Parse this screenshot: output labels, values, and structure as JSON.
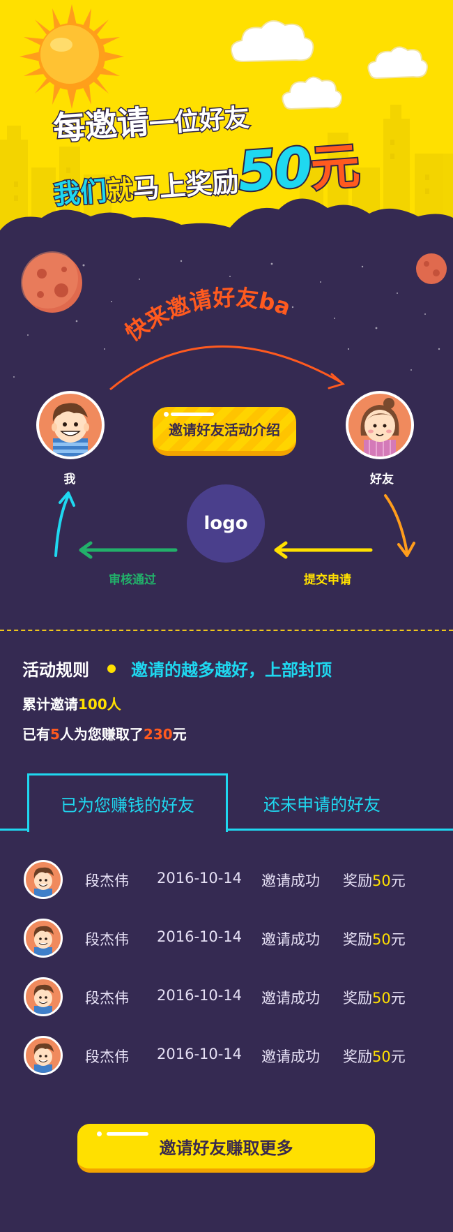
{
  "hero": {
    "line1_a": "每邀请",
    "line1_b": "一位好友",
    "line2_a": "我们",
    "line2_b": "就",
    "line2_c": "马上",
    "line2_d": "奖励",
    "line2_num": "50",
    "line2_unit": "元"
  },
  "flow": {
    "arc_text": "快来邀请好友ba",
    "me_label": "我",
    "friend_label": "好友",
    "intro_button": "邀请好友活动介绍",
    "logo": "logo",
    "step_review": "审核通过",
    "step_submit": "提交申请"
  },
  "rules": {
    "title": "活动规则",
    "subtitle": "邀请的越多越好，上部封顶",
    "line1_prefix": "累计邀请",
    "line1_value": "100人",
    "line2_prefix": "已有",
    "line2_count": "5",
    "line2_mid": "人为您赚取了",
    "line2_amount": "230",
    "line2_suffix": "元"
  },
  "tabs": {
    "active": "已为您赚钱的好友",
    "inactive": "还未申请的好友"
  },
  "friends": [
    {
      "name": "段杰伟",
      "date": "2016-10-14",
      "status": "邀请成功",
      "reward_prefix": "奖励",
      "reward_amount": "50",
      "reward_unit": "元"
    },
    {
      "name": "段杰伟",
      "date": "2016-10-14",
      "status": "邀请成功",
      "reward_prefix": "奖励",
      "reward_amount": "50",
      "reward_unit": "元"
    },
    {
      "name": "段杰伟",
      "date": "2016-10-14",
      "status": "邀请成功",
      "reward_prefix": "奖励",
      "reward_amount": "50",
      "reward_unit": "元"
    },
    {
      "name": "段杰伟",
      "date": "2016-10-14",
      "status": "邀请成功",
      "reward_prefix": "奖励",
      "reward_amount": "50",
      "reward_unit": "元"
    }
  ],
  "cta": {
    "label": "邀请好友赚取更多"
  },
  "colors": {
    "background": "#352a52",
    "hero_yellow": "#ffe000",
    "accent_cyan": "#1fd8f0",
    "accent_orange": "#ff5a1f",
    "review_green": "#22b06a",
    "submit_yellow": "#ffe000"
  }
}
